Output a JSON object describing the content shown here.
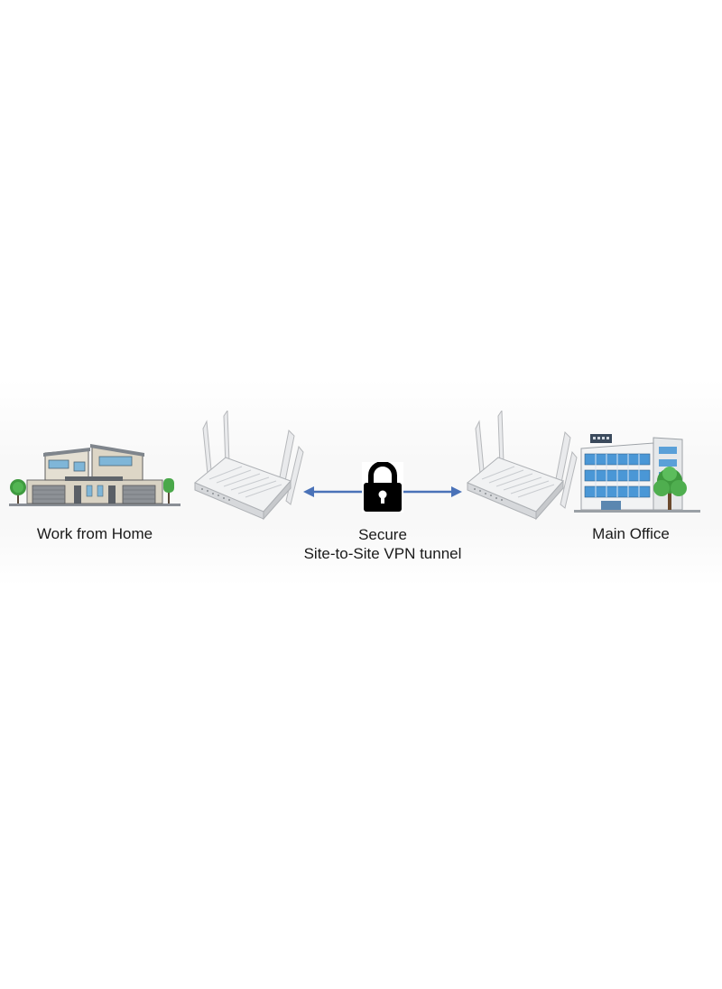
{
  "nodes": {
    "home": {
      "label": "Work from Home",
      "icon": "house-icon"
    },
    "office": {
      "label": "Main Office",
      "icon": "office-building-icon"
    }
  },
  "routers": {
    "left": {
      "icon": "router-icon"
    },
    "right": {
      "icon": "router-icon"
    }
  },
  "tunnel": {
    "line1": "Secure",
    "line2": "Site-to-Site VPN tunnel",
    "icon": "padlock-icon",
    "arrow_color": "#4a72b8"
  }
}
